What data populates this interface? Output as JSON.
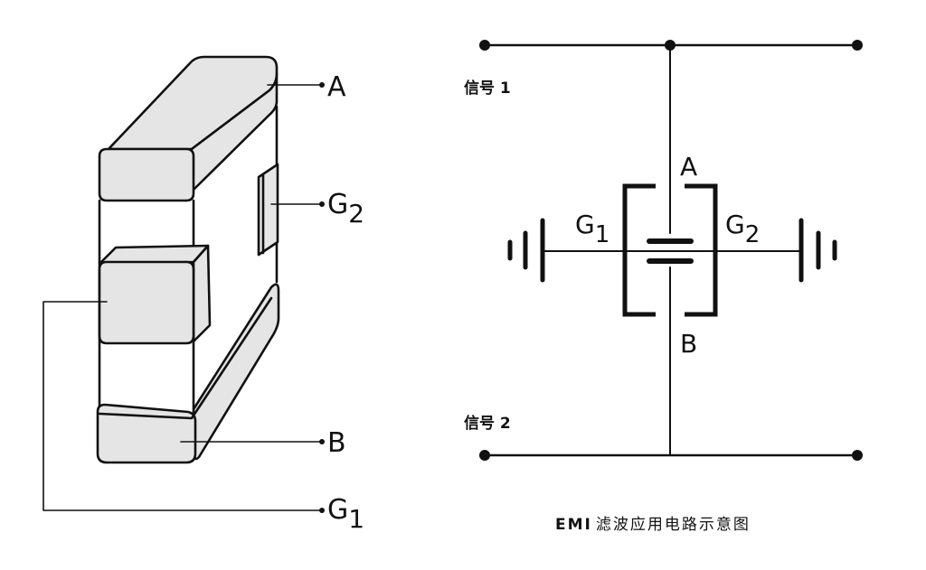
{
  "component": {
    "label_a": "A",
    "label_b": "B",
    "label_g": "G",
    "sub_1": "1",
    "sub_2": "2"
  },
  "circuit": {
    "signal_1": "信号 1",
    "signal_2": "信号 2",
    "label_a": "A",
    "label_b": "B",
    "label_g": "G",
    "sub_1": "1",
    "sub_2": "2"
  },
  "caption": {
    "prefix": "EMI",
    "text": "滤波应用电路示意图"
  },
  "colors": {
    "stroke": "#111111",
    "fill_gray": "#e5e5e5",
    "background": "#ffffff"
  }
}
